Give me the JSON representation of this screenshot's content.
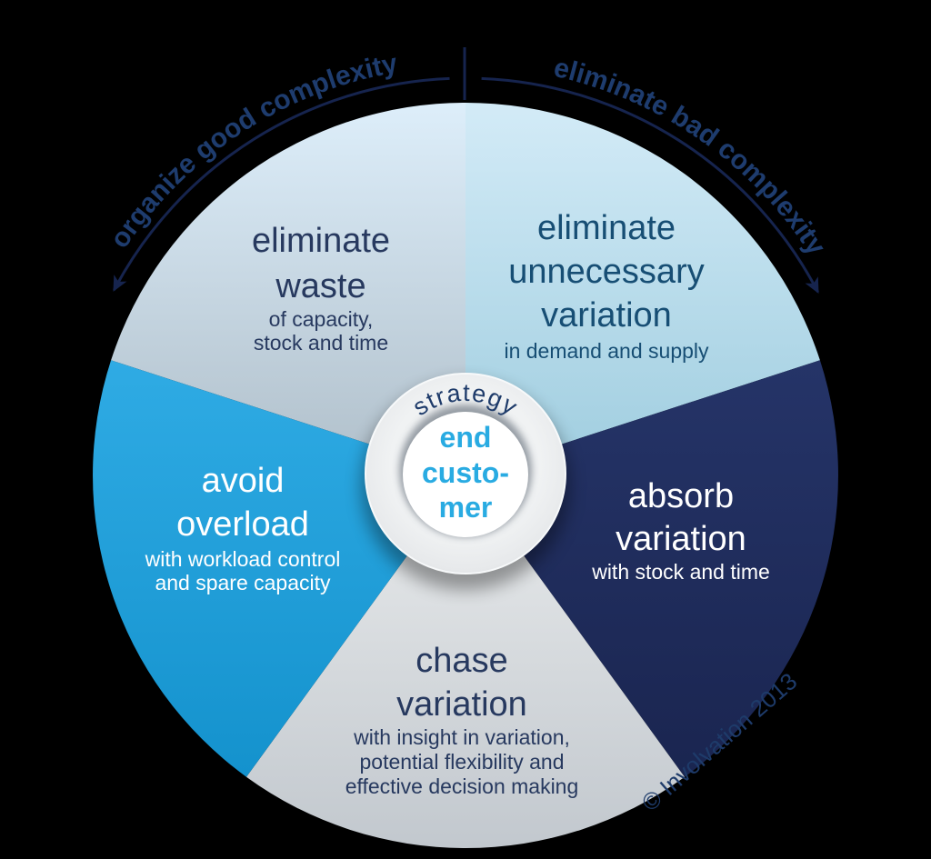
{
  "diagram": {
    "hub": {
      "ring_label": "strategy",
      "center_label_lines": [
        "end",
        "custo-",
        "mer"
      ]
    },
    "segments": [
      {
        "id": "eliminate-waste",
        "title_lines": [
          "eliminate",
          "waste"
        ],
        "subtitle_lines": [
          "of capacity,",
          "stock and time"
        ],
        "fill_top": "#ddeefa",
        "fill_bottom": "#b0bfca",
        "text_color": "#27395f"
      },
      {
        "id": "eliminate-unnecessary-variation",
        "title_lines": [
          "eliminate",
          "unnecessary",
          "variation"
        ],
        "subtitle_lines": [
          "in demand and supply"
        ],
        "fill_top": "#d3ebf7",
        "fill_bottom": "#9fcddf",
        "text_color": "#174e74"
      },
      {
        "id": "absorb-variation",
        "title_lines": [
          "absorb",
          "variation"
        ],
        "subtitle_lines": [
          "with stock and time"
        ],
        "fill_top": "#253468",
        "fill_bottom": "#1a2550",
        "text_color": "#ffffff"
      },
      {
        "id": "chase-variation",
        "title_lines": [
          "chase",
          "variation"
        ],
        "subtitle_lines": [
          "with insight in variation,",
          "potential flexibility and",
          "effective decision making"
        ],
        "fill_top": "#e9ebec",
        "fill_bottom": "#c2c8ce",
        "text_color": "#27395f"
      },
      {
        "id": "avoid-overload",
        "title_lines": [
          "avoid",
          "overload"
        ],
        "subtitle_lines": [
          "with workload control",
          "and spare capacity"
        ],
        "fill_top": "#2fabe4",
        "fill_bottom": "#1492cd",
        "text_color": "#ffffff"
      }
    ],
    "arrows": {
      "left_label": "organize good complexity",
      "right_label": "eliminate bad complexity",
      "line_color": "#16244e",
      "text_color": "#1e3c6e"
    },
    "copyright": "© Involvation 2013",
    "colors": {
      "background": "#000000",
      "hub_ring": "#e7e9eb",
      "hub_center": "#ffffff",
      "hub_label": "#1e3b6a",
      "center_text": "#29abe2"
    }
  }
}
